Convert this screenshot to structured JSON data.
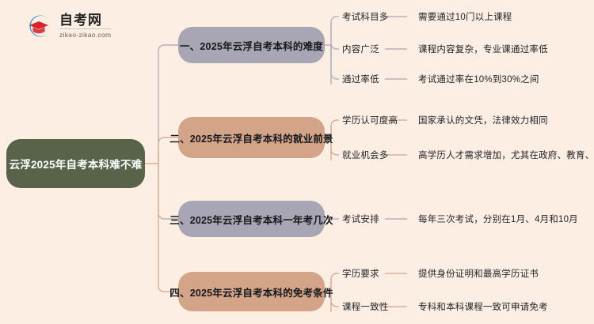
{
  "logo": {
    "name": "自考网",
    "url": "zikao-zikao.com",
    "mark": "graduation-cap-icon"
  },
  "colors": {
    "background": "#fceee2",
    "root": "#59634a",
    "purple": "#a8a5b5",
    "tan": "#d3a488",
    "text_dark": "#22242a",
    "text_light": "#ffffff"
  },
  "mindmap": {
    "root": "云浮2025年自考本科难不难",
    "branches": [
      {
        "label": "一、2025年云浮自考本科的难度",
        "color": "#a8a5b5",
        "theme": "purple",
        "leaves": [
          {
            "key": "考试科目多",
            "value": "需要通过10门以上课程"
          },
          {
            "key": "内容广泛",
            "value": "课程内容复杂，专业课通过率低"
          },
          {
            "key": "通过率低",
            "value": "考试通过率在10%到30%之间"
          }
        ]
      },
      {
        "label": "二、2025年云浮自考本科的就业前景",
        "color": "#d3a488",
        "theme": "tan",
        "leaves": [
          {
            "key": "学历认可度高",
            "value": "国家承认的文凭，法律效力相同"
          },
          {
            "key": "就业机会多",
            "value": "高学历人才需求增加，尤其在政府、教育、金融领域"
          }
        ]
      },
      {
        "label": "三、2025年云浮自考本科一年考几次",
        "color": "#a8a5b5",
        "theme": "purple",
        "leaves": [
          {
            "key": "考试安排",
            "value": "每年三次考试，分别在1月、4月和10月"
          }
        ]
      },
      {
        "label": "四、2025年云浮自考本科的免考条件",
        "color": "#d3a488",
        "theme": "tan",
        "leaves": [
          {
            "key": "学历要求",
            "value": "提供身份证明和最高学历证书"
          },
          {
            "key": "课程一致性",
            "value": "专科和本科课程一致可申请免考"
          }
        ]
      }
    ]
  }
}
